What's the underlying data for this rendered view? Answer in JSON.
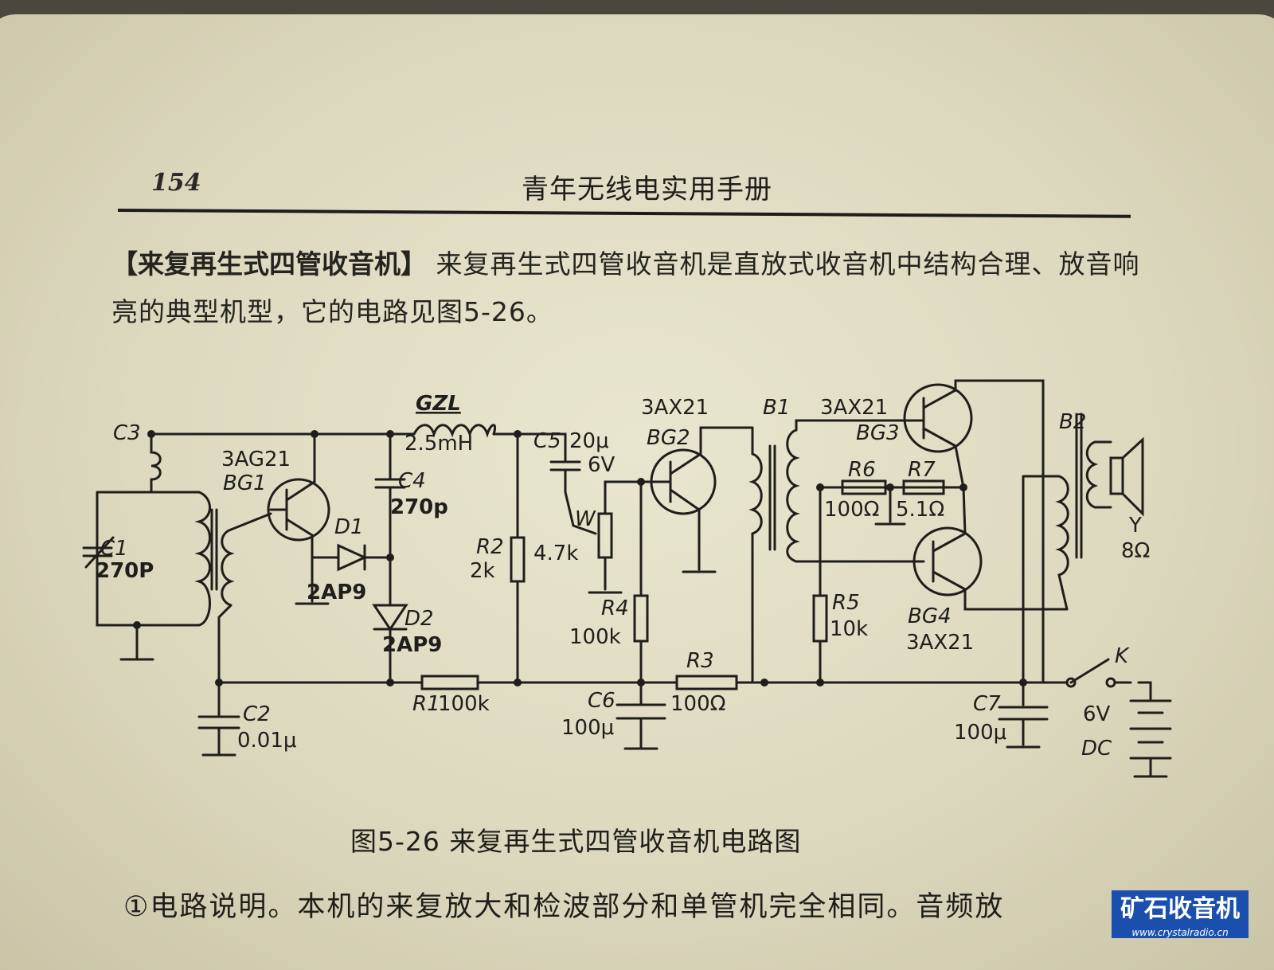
{
  "header": {
    "page_number": "154",
    "running_title": "青年无线电实用手册"
  },
  "intro": {
    "section_title": "【来复再生式四管收音机】",
    "text": "来复再生式四管收音机是直放式收音机中结构合理、放音响亮的典型机型，它的电路见图5-26。"
  },
  "circuit": {
    "labels": {
      "c3": "C3",
      "c1": "C1",
      "c1_value": "270P",
      "bg1_model": "3AG21",
      "bg1": "BG1",
      "gzl": "GZL",
      "gzl_value": "2.5mH",
      "c4": "C4",
      "c4_value": "270p",
      "d1": "D1",
      "d1_model": "2AP9",
      "d2": "D2",
      "d2_model": "2AP9",
      "c2": "C2",
      "c2_value": "0.01μ",
      "r1": "R1",
      "r1_value": "100k",
      "r2": "R2",
      "r2_value": "2k",
      "c5": "C5",
      "c5_value": "20μ",
      "c5_voltage": "6V",
      "w": "W",
      "w_value": "4.7k",
      "r4": "R4",
      "r4_value": "100k",
      "c6": "C6",
      "c6_value": "100μ",
      "bg2_model": "3AX21",
      "bg2": "BG2",
      "r3": "R3",
      "r3_value": "100Ω",
      "b1": "B1",
      "bg3_model": "3AX21",
      "bg3": "BG3",
      "r6": "R6",
      "r6_value": "100Ω",
      "r7": "R7",
      "r7_value": "5.1Ω",
      "r5": "R5",
      "r5_value": "10k",
      "bg4": "BG4",
      "bg4_model": "3AX21",
      "b2": "B2",
      "y": "Y",
      "y_value": "8Ω",
      "k": "K",
      "battery_voltage": "6V",
      "battery_type": "DC",
      "c7": "C7",
      "c7_value": "100μ"
    }
  },
  "caption": "图5-26  来复再生式四管收音机电路图",
  "footer_text": "①电路说明。本机的来复放大和检波部分和单管机完全相同。音频放",
  "watermark": {
    "text": "矿石收音机",
    "url": "www.crystalradio.cn"
  }
}
